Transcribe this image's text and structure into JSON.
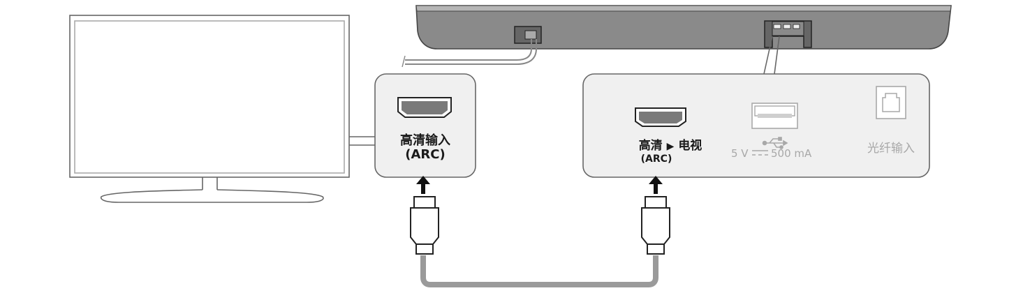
{
  "tv_port": {
    "label_line1": "高清输入",
    "label_line2": "(ARC)"
  },
  "soundbar_panel": {
    "hdmi_label_left": "高清",
    "hdmi_arrow": "▶",
    "hdmi_label_right": "电视",
    "hdmi_sublabel": "(ARC)",
    "usb_voltage": "5 V",
    "usb_current": "500 mA",
    "optical_label": "光纤输入"
  },
  "icons": {
    "tv": "tv-outline",
    "soundbar": "soundbar-outline",
    "hdmi_port": "hdmi-port-icon",
    "usb_port": "usb-port-icon",
    "usb_symbol": "usb-symbol-icon",
    "optical_port": "optical-port-icon",
    "dc_symbol": "dc-symbol-icon",
    "hdmi_plug": "hdmi-plug-icon",
    "arrow_up": "arrow-up-icon"
  },
  "colors": {
    "line": "#555555",
    "panel_fill": "#f0f0f0",
    "soundbar_fill": "#8a8a8a",
    "cable": "#9a9a9a",
    "port_fill": "#7a7a7a",
    "muted": "#a8a8a8"
  }
}
